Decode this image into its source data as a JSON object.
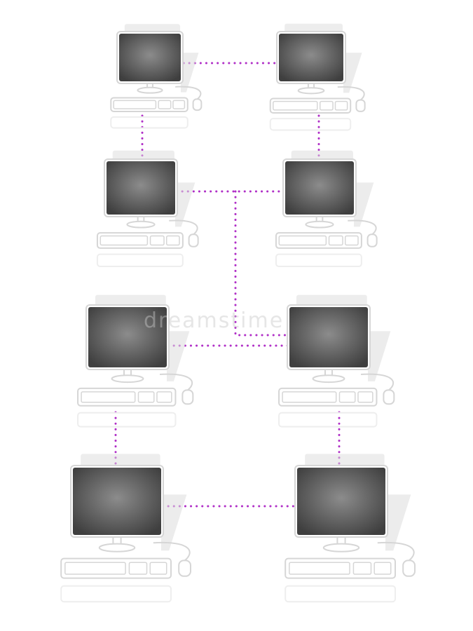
{
  "diagram": {
    "type": "computer-network",
    "link_color": "#b02fc7",
    "link_style": "dotted",
    "screen_color": "#6b6b6b",
    "device_outline_color": "#d6d6d6",
    "shadow_color": "#dcdcdc",
    "watermark_text": "dreamstime",
    "nodes": [
      {
        "id": "pc-1",
        "icon": "desktop-computer-icon"
      },
      {
        "id": "pc-2",
        "icon": "desktop-computer-icon"
      },
      {
        "id": "pc-3",
        "icon": "desktop-computer-icon"
      },
      {
        "id": "pc-4",
        "icon": "desktop-computer-icon"
      },
      {
        "id": "pc-5",
        "icon": "desktop-computer-icon"
      },
      {
        "id": "pc-6",
        "icon": "desktop-computer-icon"
      },
      {
        "id": "pc-7",
        "icon": "desktop-computer-icon"
      },
      {
        "id": "pc-8",
        "icon": "desktop-computer-icon"
      }
    ],
    "links": [
      {
        "from": "pc-1",
        "to": "pc-2"
      },
      {
        "from": "pc-1",
        "to": "pc-3"
      },
      {
        "from": "pc-2",
        "to": "pc-4"
      },
      {
        "from": "pc-3",
        "to": "pc-4"
      },
      {
        "from": "pc-3",
        "to": "pc-6"
      },
      {
        "from": "pc-5",
        "to": "pc-6"
      },
      {
        "from": "pc-5",
        "to": "pc-7"
      },
      {
        "from": "pc-6",
        "to": "pc-8"
      },
      {
        "from": "pc-7",
        "to": "pc-8"
      }
    ]
  }
}
